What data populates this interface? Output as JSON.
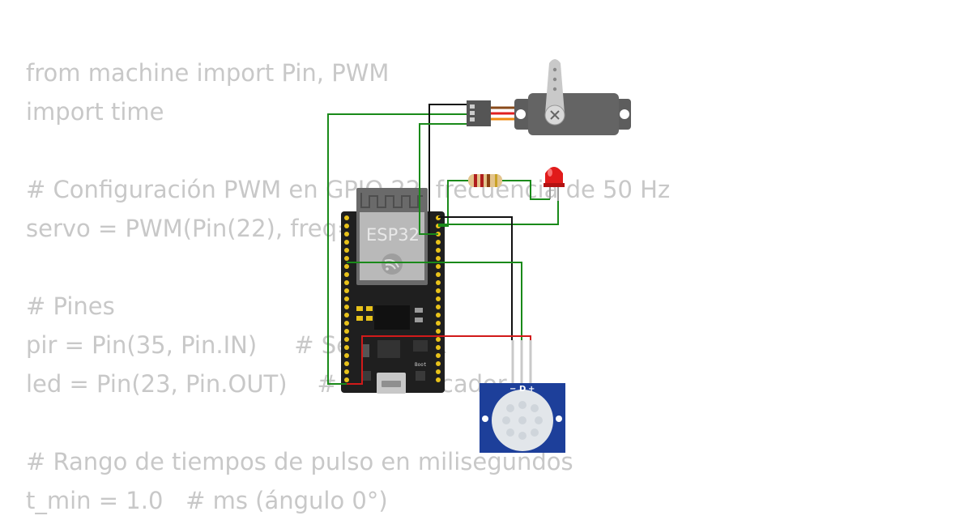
{
  "code_lines": [
    "from machine import Pin, PWM",
    "import time",
    "",
    "# Configuración PWM en GPIO 22, frecuencia de 50 Hz",
    "servo = PWM(Pin(22), freq=50)",
    "",
    "# Pines",
    "pir = Pin(35, Pin.IN)     # Sensor PIR",
    "led = Pin(23, Pin.OUT)    # LED indicador",
    "",
    "# Rango de tiempos de pulso en milisegundos",
    "t_min = 1.0   # ms (ángulo 0°)"
  ],
  "components": {
    "esp32": {
      "label": "ESP32",
      "boot_label": "Boot"
    },
    "pir": {
      "pin_labels": [
        "−",
        "D",
        "+"
      ]
    },
    "servo": {},
    "led": {
      "color": "#e11b1b"
    },
    "resistor": {}
  },
  "wire_colors": {
    "green": "#1a8a1a",
    "black": "#111111",
    "red": "#d11a1a"
  }
}
